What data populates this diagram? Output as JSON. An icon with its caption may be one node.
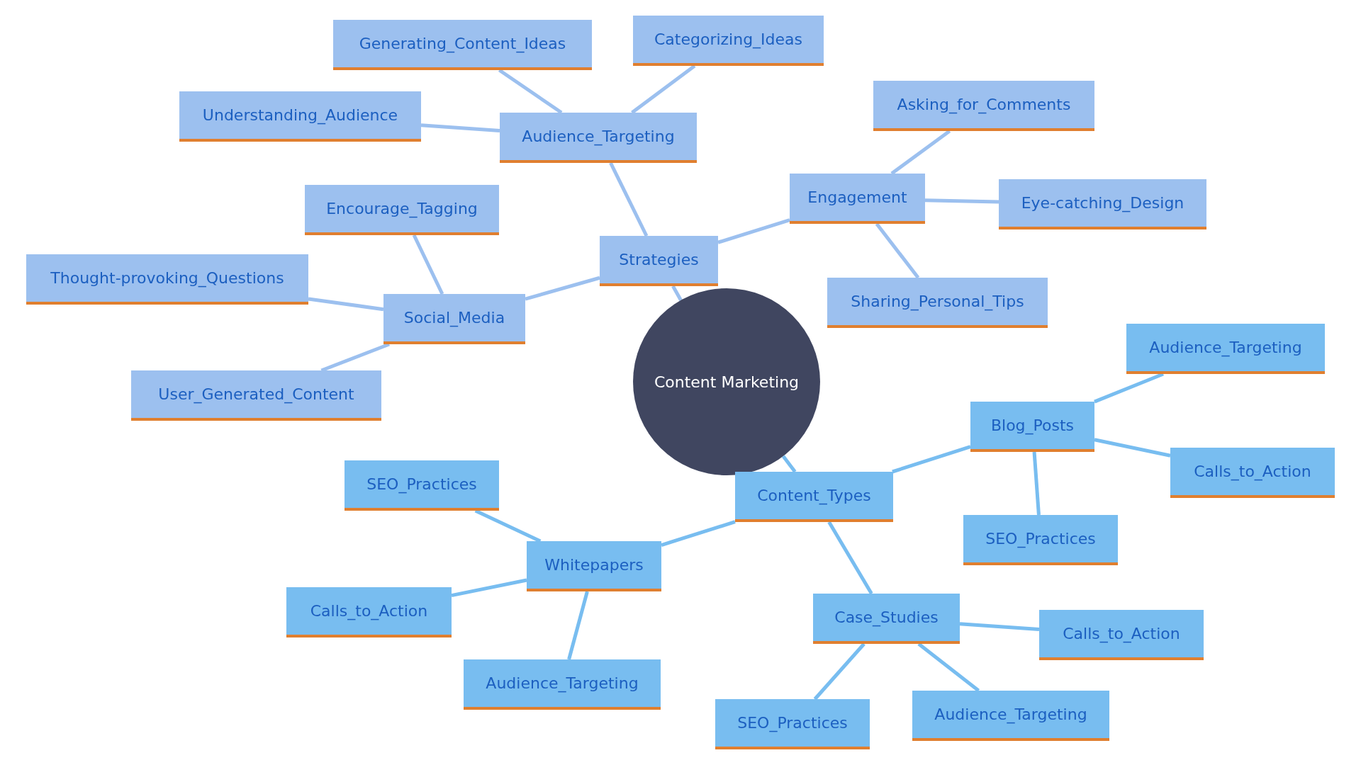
{
  "diagram": {
    "nodes": [
      {
        "text": [
          "Content Marketing"
        ]
      },
      {
        "text": [
          "Strategies"
        ]
      },
      {
        "text": [
          "Audience_Targeting"
        ]
      },
      {
        "text": [
          "Generating_Content_Ideas"
        ]
      },
      {
        "text": [
          "Categorizing_Ideas"
        ]
      },
      {
        "text": [
          "Understanding_Audience"
        ]
      },
      {
        "text": [
          "Engagement"
        ]
      },
      {
        "text": [
          "Asking_for_Comments"
        ]
      },
      {
        "text": [
          "Eye-catching_Design"
        ]
      },
      {
        "text": [
          "Sharing_Personal_Tips"
        ]
      },
      {
        "text": [
          "Social_Media"
        ]
      },
      {
        "text": [
          "Encourage_Tagging"
        ]
      },
      {
        "text": [
          "Thought-provoking_Questions"
        ]
      },
      {
        "text": [
          "User_Generated_Content"
        ]
      },
      {
        "text": [
          "Content_Types"
        ]
      },
      {
        "text": [
          "Blog_Posts"
        ]
      },
      {
        "text": [
          "Audience_Targeting"
        ]
      },
      {
        "text": [
          "Calls_to_Action"
        ]
      },
      {
        "text": [
          "SEO_Practices"
        ]
      },
      {
        "text": [
          "Case_Studies"
        ]
      },
      {
        "text": [
          "Calls_to_Action"
        ]
      },
      {
        "text": [
          "Audience_Targeting"
        ]
      },
      {
        "text": [
          "SEO_Practices"
        ]
      },
      {
        "text": [
          "Whitepapers"
        ]
      },
      {
        "text": [
          "SEO_Practices"
        ]
      },
      {
        "text": [
          "Calls_to_Action"
        ]
      },
      {
        "text": [
          "Audience_Targeting"
        ]
      }
    ],
    "edges": [
      {
        "from": 0,
        "to": 1,
        "arrow": "none"
      },
      {
        "from": 1,
        "to": 2,
        "arrow": "none"
      },
      {
        "from": 2,
        "to": 3,
        "arrow": "none"
      },
      {
        "from": 2,
        "to": 4,
        "arrow": "none"
      },
      {
        "from": 2,
        "to": 5,
        "arrow": "none"
      },
      {
        "from": 1,
        "to": 6,
        "arrow": "none"
      },
      {
        "from": 6,
        "to": 7,
        "arrow": "none"
      },
      {
        "from": 6,
        "to": 8,
        "arrow": "none"
      },
      {
        "from": 6,
        "to": 9,
        "arrow": "none"
      },
      {
        "from": 1,
        "to": 10,
        "arrow": "none"
      },
      {
        "from": 10,
        "to": 11,
        "arrow": "none"
      },
      {
        "from": 10,
        "to": 12,
        "arrow": "none"
      },
      {
        "from": 10,
        "to": 13,
        "arrow": "none"
      },
      {
        "from": 0,
        "to": 14,
        "arrow": "none"
      },
      {
        "from": 14,
        "to": 15,
        "arrow": "none"
      },
      {
        "from": 15,
        "to": 16,
        "arrow": "none"
      },
      {
        "from": 15,
        "to": 17,
        "arrow": "none"
      },
      {
        "from": 15,
        "to": 18,
        "arrow": "none"
      },
      {
        "from": 14,
        "to": 19,
        "arrow": "none"
      },
      {
        "from": 19,
        "to": 20,
        "arrow": "none"
      },
      {
        "from": 19,
        "to": 21,
        "arrow": "none"
      },
      {
        "from": 19,
        "to": 22,
        "arrow": "none"
      },
      {
        "from": 14,
        "to": 23,
        "arrow": "none"
      },
      {
        "from": 23,
        "to": 24,
        "arrow": "none"
      },
      {
        "from": 23,
        "to": 25,
        "arrow": "none"
      },
      {
        "from": 23,
        "to": 26,
        "arrow": "none"
      }
    ]
  }
}
